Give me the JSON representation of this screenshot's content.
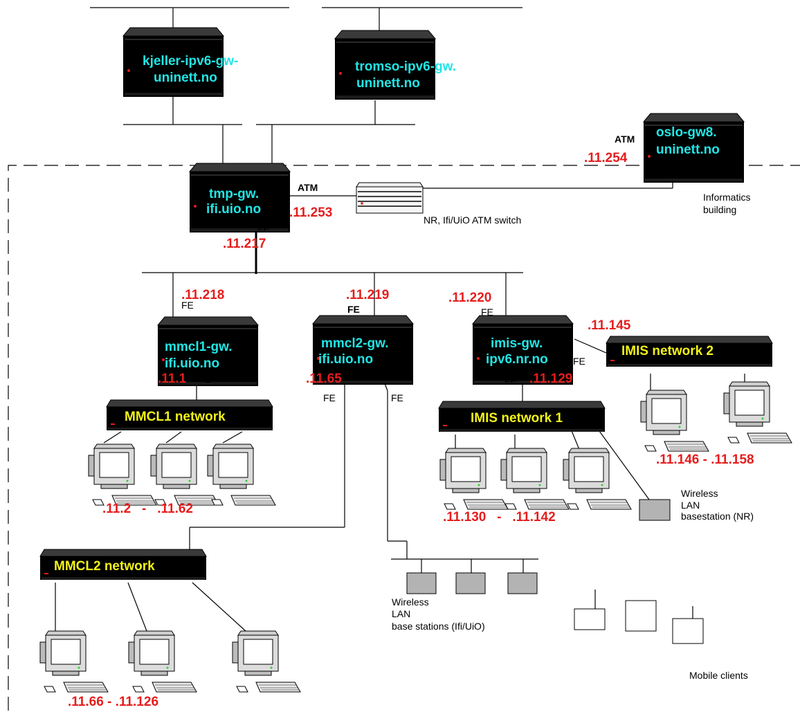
{
  "routers": {
    "kjeller": [
      "kjeller-ipv6-gw-",
      "uninett.no"
    ],
    "tromso": [
      "tromso-ipv6-gw.",
      "uninett.no"
    ],
    "oslo": [
      "oslo-gw8.",
      "uninett.no"
    ],
    "tmp": [
      "tmp-gw.",
      "ifi.uio.no"
    ],
    "mmcl1": [
      "mmcl1-gw.",
      "ifi.uio.no"
    ],
    "mmcl2": [
      "mmcl2-gw.",
      "ifi.uio.no"
    ],
    "imis": [
      "imis-gw.",
      "ipv6.nr.no"
    ]
  },
  "networks": {
    "mmcl1": "MMCL1 network",
    "mmcl2": "MMCL2 network",
    "imis1": "IMIS network 1",
    "imis2": "IMIS network 2"
  },
  "addresses": {
    "oslo_atm": ".11.254",
    "tmp_atm": ".11.253",
    "tmp_fe": ".11.217",
    "mmcl1_up": ".11.218",
    "mmcl2_up": ".11.219",
    "imis_up": ".11.220",
    "imis2_side": ".11.145",
    "mmcl1_down": ".11.1",
    "mmcl2_down": ".11.65",
    "imis_down": ".11.129",
    "mmcl1_range": ".11.2   -   .11.62",
    "imis1_range": ".11.130   -   .11.142",
    "imis2_range": ".11.146 - .11.158",
    "mmcl2_range": ".11.66 - .11.126"
  },
  "labels": {
    "atm_oslo": "ATM",
    "atm_tmp": "ATM",
    "fe": "FE",
    "atm_switch": "NR, Ifi/UiO ATM switch",
    "building": [
      "Informatics",
      "building"
    ],
    "wlan_nr": [
      "Wireless",
      "LAN",
      "basestation (NR)"
    ],
    "wlan_ifi": [
      "Wireless",
      "LAN",
      "base stations (Ifi/UiO)"
    ],
    "mobile": "Mobile clients"
  }
}
